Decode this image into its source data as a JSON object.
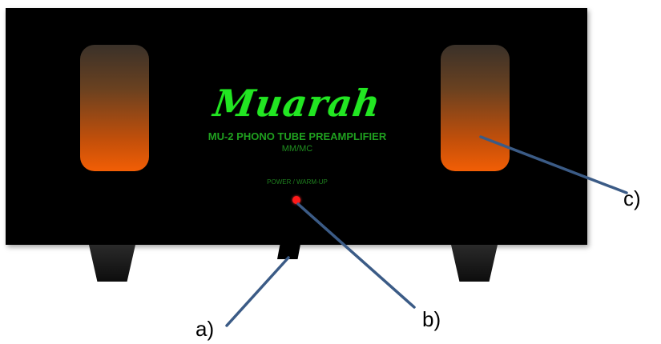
{
  "device": {
    "brand": "Muarah",
    "model": "MU-2 PHONO TUBE PREAMPLIFIER",
    "inputs": "MM/MC",
    "power_label": "POWER / WARM-UP"
  },
  "colors": {
    "panel": "#000000",
    "brand_green": "#22e622",
    "text_green": "#1fa01f",
    "led_red": "#ff1a1a",
    "tube_glow": "#f25e05",
    "callout_line": "#3b5b86"
  },
  "callouts": {
    "a": "a)",
    "b": "b)",
    "c": "c)"
  }
}
